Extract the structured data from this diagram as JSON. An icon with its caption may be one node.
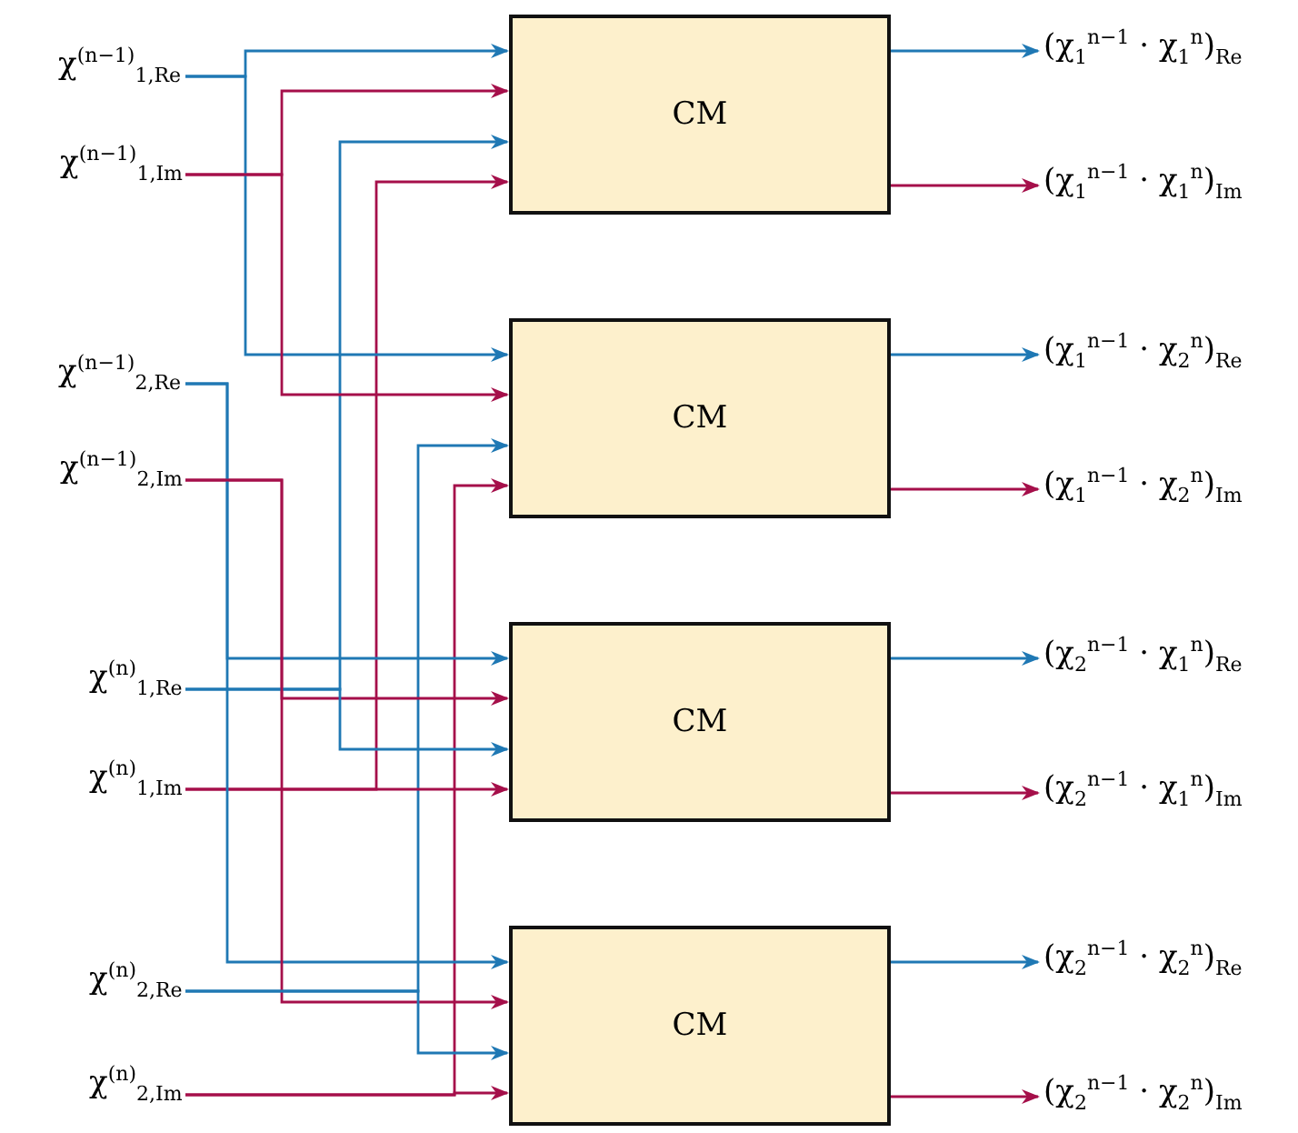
{
  "diagram": {
    "nodes": [
      {
        "text": [
          "χ$^{(n−1)}$$_{1,Re}$"
        ]
      },
      {
        "text": [
          "χ$^{(n−1)}$$_{1,Im}$"
        ]
      },
      {
        "text": [
          "χ$^{(n−1)}$$_{2,Re}$"
        ]
      },
      {
        "text": [
          "χ$^{(n−1)}$$_{2,Im}$"
        ]
      },
      {
        "text": [
          "χ$^{(n)}$$_{1,Re}$"
        ]
      },
      {
        "text": [
          "χ$^{(n)}$$_{1,Im}$"
        ]
      },
      {
        "text": [
          "χ$^{(n)}$$_{2,Re}$"
        ]
      },
      {
        "text": [
          "χ$^{(n)}$$_{2,Im}$"
        ]
      },
      {
        "text": [
          "CM"
        ]
      },
      {
        "text": [
          "CM"
        ]
      },
      {
        "text": [
          "CM"
        ]
      },
      {
        "text": [
          "CM"
        ]
      },
      {
        "text": [
          "(χ$_{1}$$^{n−1}$ · χ$_{1}$$^{n}$)$_{Re}$"
        ]
      },
      {
        "text": [
          "(χ$_{1}$$^{n−1}$ · χ$_{1}$$^{n}$)$_{Im}$"
        ]
      },
      {
        "text": [
          "(χ$_{1}$$^{n−1}$ · χ$_{2}$$^{n}$)$_{Re}$"
        ]
      },
      {
        "text": [
          "(χ$_{1}$$^{n−1}$ · χ$_{2}$$^{n}$)$_{Im}$"
        ]
      },
      {
        "text": [
          "(χ$_{2}$$^{n−1}$ · χ$_{1}$$^{n}$)$_{Re}$"
        ]
      },
      {
        "text": [
          "(χ$_{2}$$^{n−1}$ · χ$_{1}$$^{n}$)$_{Im}$"
        ]
      },
      {
        "text": [
          "(χ$_{2}$$^{n−1}$ · χ$_{2}$$^{n}$)$_{Re}$"
        ]
      },
      {
        "text": [
          "(χ$_{2}$$^{n−1}$ · χ$_{2}$$^{n}$)$_{Im}$"
        ]
      }
    ],
    "edges": [
      {
        "from": 0,
        "to": 8,
        "arrow": "to",
        "color": "#1f78b4"
      },
      {
        "from": 1,
        "to": 8,
        "arrow": "to",
        "color": "#a50f4a"
      },
      {
        "from": 4,
        "to": 8,
        "arrow": "to",
        "color": "#1f78b4"
      },
      {
        "from": 5,
        "to": 8,
        "arrow": "to",
        "color": "#a50f4a"
      },
      {
        "from": 0,
        "to": 9,
        "arrow": "to",
        "color": "#1f78b4"
      },
      {
        "from": 1,
        "to": 9,
        "arrow": "to",
        "color": "#a50f4a"
      },
      {
        "from": 6,
        "to": 9,
        "arrow": "to",
        "color": "#1f78b4"
      },
      {
        "from": 7,
        "to": 9,
        "arrow": "to",
        "color": "#a50f4a"
      },
      {
        "from": 2,
        "to": 10,
        "arrow": "to",
        "color": "#1f78b4"
      },
      {
        "from": 3,
        "to": 10,
        "arrow": "to",
        "color": "#a50f4a"
      },
      {
        "from": 4,
        "to": 10,
        "arrow": "to",
        "color": "#1f78b4"
      },
      {
        "from": 5,
        "to": 10,
        "arrow": "to",
        "color": "#a50f4a"
      },
      {
        "from": 2,
        "to": 11,
        "arrow": "to",
        "color": "#1f78b4"
      },
      {
        "from": 3,
        "to": 11,
        "arrow": "to",
        "color": "#a50f4a"
      },
      {
        "from": 6,
        "to": 11,
        "arrow": "to",
        "color": "#1f78b4"
      },
      {
        "from": 7,
        "to": 11,
        "arrow": "to",
        "color": "#a50f4a"
      },
      {
        "from": 8,
        "to": 12,
        "arrow": "to",
        "color": "#1f78b4"
      },
      {
        "from": 8,
        "to": 13,
        "arrow": "to",
        "color": "#a50f4a"
      },
      {
        "from": 9,
        "to": 14,
        "arrow": "to",
        "color": "#1f78b4"
      },
      {
        "from": 9,
        "to": 15,
        "arrow": "to",
        "color": "#a50f4a"
      },
      {
        "from": 10,
        "to": 16,
        "arrow": "to",
        "color": "#1f78b4"
      },
      {
        "from": 10,
        "to": 17,
        "arrow": "to",
        "color": "#a50f4a"
      },
      {
        "from": 11,
        "to": 18,
        "arrow": "to",
        "color": "#1f78b4"
      },
      {
        "from": 11,
        "to": 19,
        "arrow": "to",
        "color": "#a50f4a"
      }
    ]
  }
}
